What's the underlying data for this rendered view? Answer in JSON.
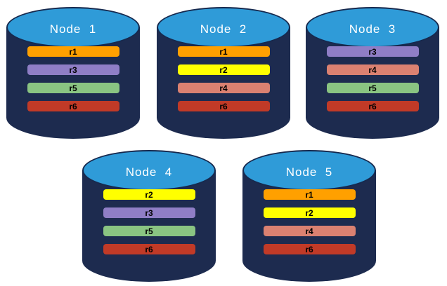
{
  "diagram": {
    "background_color": "#ffffff",
    "cylinder": {
      "body_color": "#1d2b4f",
      "top_fill_color": "#2f9bd8",
      "top_stroke_color": "#16294e",
      "title_text_color": "#ffffff"
    },
    "replica_colors": {
      "r1": "#ffa000",
      "r2": "#ffff00",
      "r3": "#8f7ec6",
      "r4": "#db8171",
      "r5": "#8ac482",
      "r6": "#c13a27"
    },
    "bar_text_color": "#000000",
    "nodes": [
      {
        "label": "Node  1",
        "replicas": [
          "r1",
          "r3",
          "r5",
          "r6"
        ]
      },
      {
        "label": "Node  2",
        "replicas": [
          "r1",
          "r2",
          "r4",
          "r6"
        ]
      },
      {
        "label": "Node  3",
        "replicas": [
          "r3",
          "r4",
          "r5",
          "r6"
        ]
      },
      {
        "label": "Node  4",
        "replicas": [
          "r2",
          "r3",
          "r5",
          "r6"
        ]
      },
      {
        "label": "Node  5",
        "replicas": [
          "r1",
          "r2",
          "r4",
          "r6"
        ]
      }
    ]
  }
}
